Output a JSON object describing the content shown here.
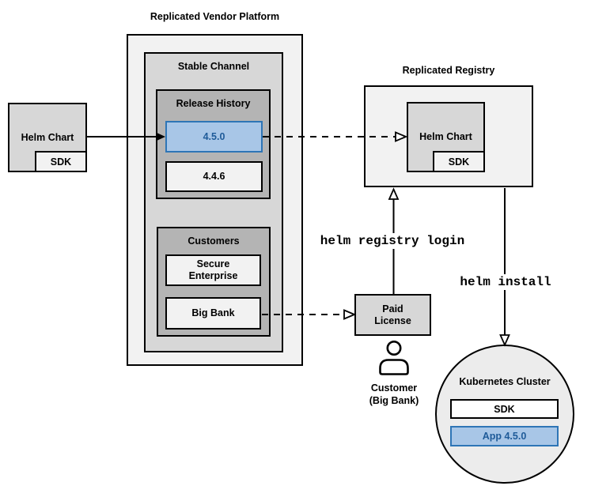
{
  "colors": {
    "canvas_bg": "#ffffff",
    "container_fill": "#f2f2f2",
    "panel_fill": "#d7d7d7",
    "inner_panel_fill": "#b4b4b4",
    "item_fill": "#f2f2f2",
    "white_fill": "#ffffff",
    "circle_fill": "#ececec",
    "highlight_fill": "#a8c6e7",
    "highlight_border": "#2e75b6",
    "highlight_text": "#1f5b99",
    "line_color": "#000000"
  },
  "vendor_platform": {
    "title": "Replicated Vendor Platform",
    "stable_channel": {
      "title": "Stable Channel",
      "release_history": {
        "title": "Release History",
        "versions": [
          {
            "label": "4.5.0",
            "highlighted": true
          },
          {
            "label": "4.4.6",
            "highlighted": false
          }
        ]
      },
      "customers": {
        "title": "Customers",
        "items": [
          {
            "label": "Secure Enterprise"
          },
          {
            "label": "Big Bank"
          }
        ]
      }
    }
  },
  "source_helm_chart": {
    "label": "Helm Chart",
    "sdk": "SDK"
  },
  "registry": {
    "title": "Replicated Registry",
    "helm_chart": "Helm Chart",
    "sdk": "SDK"
  },
  "paid_license": {
    "label": "Paid License"
  },
  "customer": {
    "label": "Customer (Big Bank)",
    "icon": "person-icon"
  },
  "cluster": {
    "title": "Kubernetes Cluster",
    "sdk": "SDK",
    "app": "App 4.5.0"
  },
  "commands": {
    "registry_login": "helm registry login",
    "install": "helm install"
  }
}
